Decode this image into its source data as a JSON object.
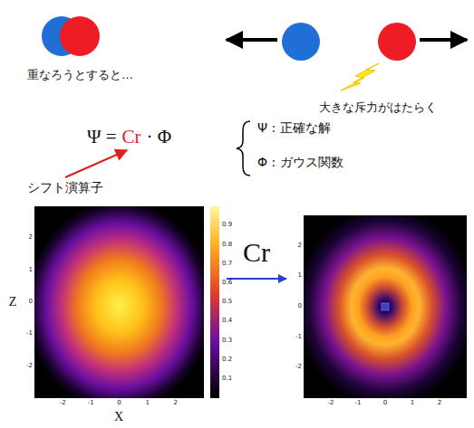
{
  "diagram": {
    "labels": [
      "重なろうとすると…",
      "大きな斥力がはたらく",
      "Ψ =",
      "Cr",
      "· Φ",
      "Ψ : 正確な解",
      "Φ : ガウス関数",
      "シフト演算子",
      "Cr",
      "Z",
      "X",
      "-2",
      "-1",
      "0",
      "1",
      "2",
      "2",
      "1",
      "0",
      "-1",
      "-2",
      "0.9",
      "0.8",
      "0.7",
      "0.6",
      "0.5",
      "0.4",
      "0.3",
      "0.2",
      "0.1",
      "-2",
      "-1",
      "0",
      "1",
      "2",
      "2",
      "1",
      "0",
      "-1",
      "-2"
    ]
  }
}
